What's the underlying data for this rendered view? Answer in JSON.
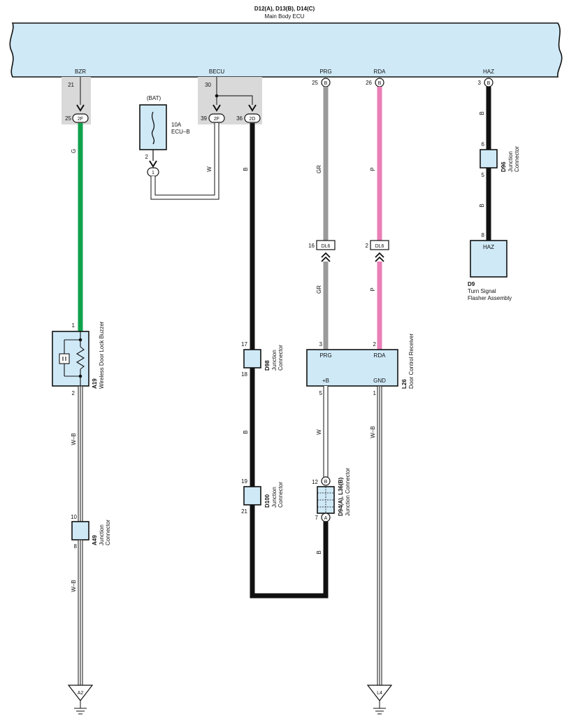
{
  "ecu": {
    "connector_ids": "D12(A), D13(B), D14(C)",
    "name": "Main Body ECU",
    "terminals": {
      "bzr": "BZR",
      "becu": "BECU",
      "prg": "PRG",
      "rda": "RDA",
      "haz": "HAZ"
    }
  },
  "pins": {
    "bzr_ecu": "21",
    "bzr_j": "25",
    "bzr_j_conn": "2F",
    "becu_ecu": "30",
    "becu_j1": "39",
    "becu_j1_conn": "2F",
    "becu_j2": "36",
    "becu_j2_conn": "2D",
    "prg_ecu": "25",
    "prg_ecu_conn": "B",
    "rda_ecu": "26",
    "rda_ecu_conn": "B",
    "haz_ecu": "3",
    "haz_ecu_conn": "B"
  },
  "fuse": {
    "source": "(BAT)",
    "rating": "10A",
    "name": "ECU–B",
    "pin_out": "2",
    "conn": "1"
  },
  "wire_colors": {
    "bzr": "G",
    "bat": "W",
    "becu": "B",
    "prg": "GR",
    "rda": "P",
    "haz": "B",
    "haz_lower": "B",
    "prg_lower": "GR",
    "rda_lower": "P",
    "becu_mid": "B",
    "buzzer_out": "W–B",
    "buzzer_lower": "W–B",
    "gnd": "W–B",
    "recv_b": "W",
    "bottom": "B"
  },
  "colors": {
    "green": "#0fa14b",
    "gray": "#9a9a9a",
    "pink": "#ea7fb8",
    "black": "#111111",
    "box_fill": "#cfe9f7"
  },
  "buzzer": {
    "id": "A19",
    "name": "Wireless Door Lock Buzzer",
    "pin_top": "1",
    "pin_bottom": "2"
  },
  "a49": {
    "id": "A49",
    "name": "Junction Connector",
    "pin_top": "10",
    "pin_bottom": "8"
  },
  "d98": {
    "id": "D98",
    "name": "Junction Connector",
    "pin_top": "17",
    "pin_bottom": "18"
  },
  "d100": {
    "id": "D100",
    "name": "Junction Connector",
    "pin_top": "19",
    "pin_bottom": "21"
  },
  "d96": {
    "id": "D96",
    "name": "Junction Connector",
    "pin_top": "6",
    "pin_bottom": "5"
  },
  "dl6": {
    "label": "DL6",
    "prg_pin": "16",
    "rda_pin": "2"
  },
  "receiver": {
    "id": "L26",
    "name": "Door Control Receiver",
    "prg": "PRG",
    "rda": "RDA",
    "b_plus": "+B",
    "gnd": "GND",
    "pin_prg": "3",
    "pin_rda": "2",
    "pin_b": "5",
    "pin_gnd": "1"
  },
  "d94": {
    "id": "D94(A), L36(B)",
    "name": "Junction Connector",
    "pin_top": "12",
    "conn_top": "B",
    "pin_bottom": "7",
    "conn_bottom": "A"
  },
  "flasher": {
    "id": "D9",
    "label": "HAZ",
    "name1": "Turn Signal",
    "name2": "Flasher Assembly",
    "pin": "8"
  },
  "grounds": {
    "left": "A2",
    "right": "L4"
  }
}
